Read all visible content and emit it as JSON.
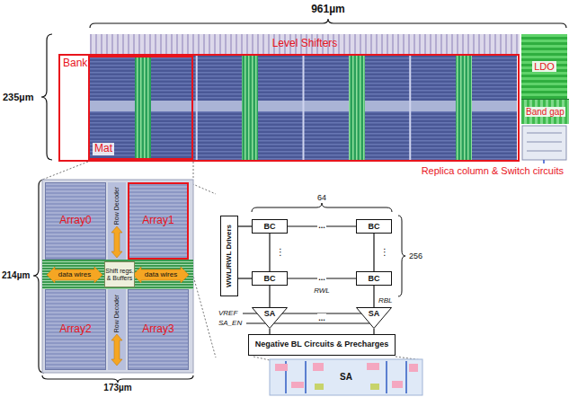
{
  "diagram": {
    "nodes": [
      {
        "text": [
          "Level Shifters"
        ]
      },
      {
        "text": [
          "Bank"
        ]
      },
      {
        "text": [
          "Mat"
        ],
        "in": 1
      },
      {
        "text": [
          "LDO"
        ]
      },
      {
        "text": [
          "Band gap"
        ]
      },
      {
        "text": [
          "Array0"
        ]
      },
      {
        "text": [
          "Row Decoder"
        ]
      },
      {
        "text": [
          "Array1"
        ]
      },
      {
        "text": [
          "Shift regs. & Buffers"
        ]
      },
      {
        "text": [
          "Array2"
        ]
      },
      {
        "text": [
          "Row Decoder"
        ]
      },
      {
        "text": [
          "Array3"
        ]
      },
      {
        "text": [
          "WWL/RWL Drivers"
        ]
      },
      {
        "text": [
          "BC"
        ]
      },
      {
        "text": [
          "BC"
        ]
      },
      {
        "text": [
          "BC"
        ]
      },
      {
        "text": [
          "BC"
        ]
      },
      {
        "text": [
          "SA"
        ]
      },
      {
        "text": [
          "SA"
        ]
      },
      {
        "text": [
          "Negative BL Circuits & Precharges"
        ]
      },
      {
        "text": [
          "SA"
        ]
      }
    ],
    "edges": [
      {
        "from": 12,
        "to": 13,
        "arrow": "none"
      },
      {
        "from": 13,
        "to": 14,
        "arrow": "none"
      },
      {
        "from": 12,
        "to": 15,
        "arrow": "none"
      },
      {
        "from": 15,
        "to": 16,
        "arrow": "none"
      },
      {
        "from": 13,
        "to": 15,
        "arrow": "none"
      },
      {
        "from": 14,
        "to": 16,
        "arrow": "none"
      },
      {
        "from": 15,
        "to": 17,
        "arrow": "none"
      },
      {
        "from": 16,
        "to": 18,
        "arrow": "none"
      },
      {
        "from": 17,
        "to": 19,
        "arrow": "none"
      },
      {
        "from": 18,
        "to": 19,
        "arrow": "none"
      }
    ],
    "labels": [
      "961µm",
      "235µm",
      "Replica column & Switch circuits",
      "214µm",
      "data wires",
      "data wires",
      "173µm",
      "64",
      "...",
      "⋮",
      "⋮",
      "...",
      "256",
      "RWL",
      "RBL",
      "VREF",
      "SA_EN",
      "..."
    ]
  }
}
